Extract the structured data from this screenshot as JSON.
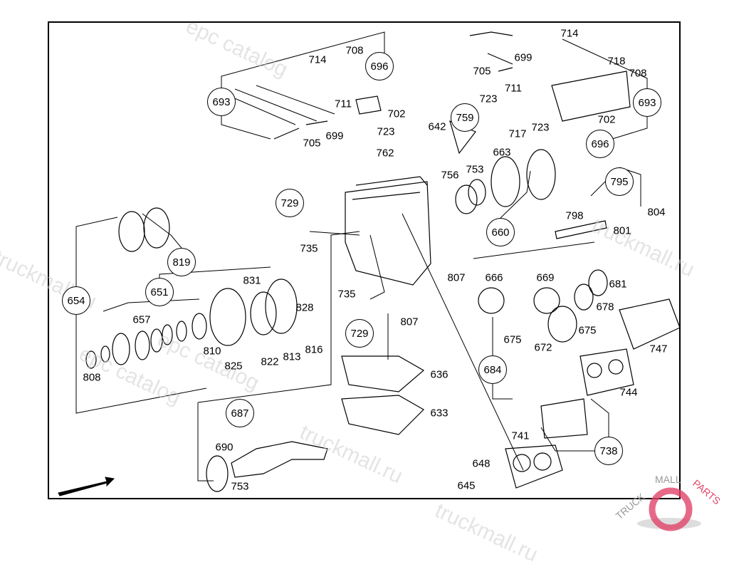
{
  "diagram": {
    "callouts": [
      "696",
      "693",
      "693",
      "696",
      "759",
      "729",
      "795",
      "660",
      "819",
      "654",
      "651",
      "729",
      "684",
      "687",
      "738"
    ],
    "labels": [
      "714",
      "708",
      "711",
      "702",
      "723",
      "699",
      "705",
      "642",
      "762",
      "756",
      "753",
      "663",
      "714",
      "699",
      "705",
      "718",
      "708",
      "711",
      "723",
      "717",
      "723",
      "702",
      "798",
      "801",
      "804",
      "735",
      "807",
      "735",
      "807",
      "666",
      "669",
      "681",
      "678",
      "675",
      "672",
      "675",
      "831",
      "828",
      "810",
      "813",
      "816",
      "822",
      "825",
      "657",
      "808",
      "636",
      "633",
      "690",
      "753",
      "741",
      "648",
      "645",
      "744",
      "747"
    ]
  },
  "watermarks": [
    "epc catalog",
    "truckmall.ru",
    "epc catalog",
    "truckmall.ru",
    "epc catalog",
    "truckmall.ru",
    "truckmall.ru"
  ],
  "logo": {
    "text_dark": "TRUCKMALL",
    "text_accent": "PARTS",
    "accent_color": "#e0456a"
  }
}
